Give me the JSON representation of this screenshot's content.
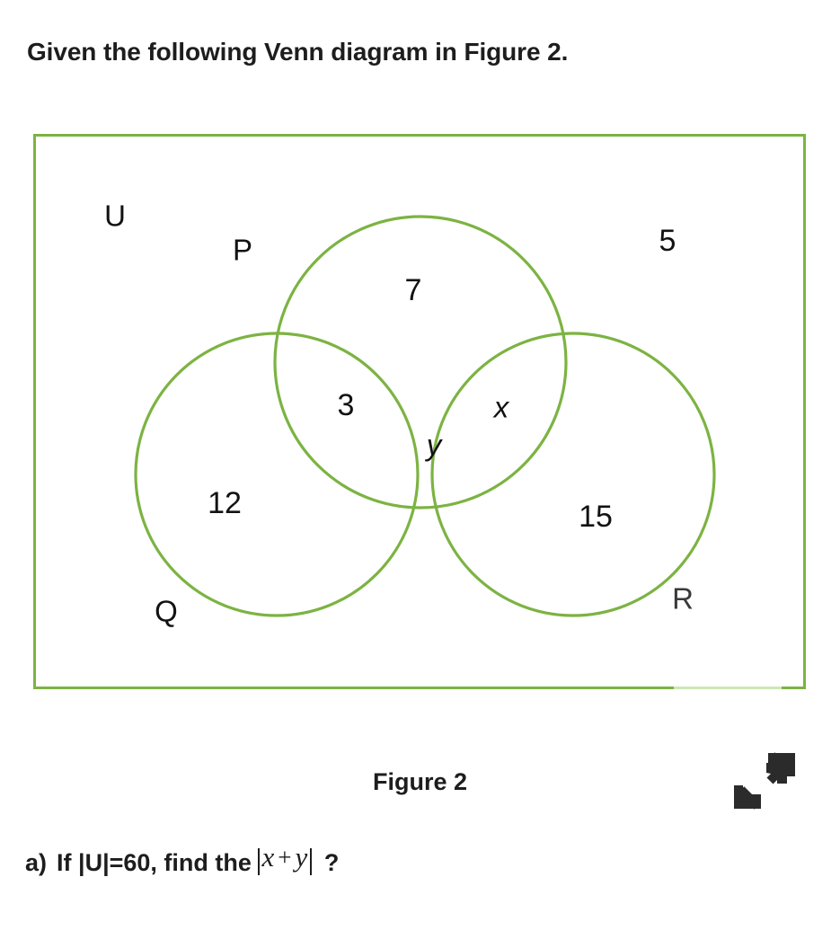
{
  "heading": "Given the following Venn diagram in Figure 2.",
  "figure": {
    "caption": "Figure 2",
    "border_color": "#7cb342",
    "universal_label": "U",
    "outside_count": "5",
    "sets": [
      {
        "name": "P",
        "label": "P"
      },
      {
        "name": "Q",
        "label": "Q"
      },
      {
        "name": "R",
        "label": "R"
      }
    ],
    "regions": [
      {
        "region": "P-only",
        "value": "7"
      },
      {
        "region": "P-and-Q-only",
        "value": "3"
      },
      {
        "region": "P-and-R-only",
        "value": "x"
      },
      {
        "region": "P-and-Q-and-R",
        "value": "y"
      },
      {
        "region": "Q-only",
        "value": "12"
      },
      {
        "region": "R-only",
        "value": "15"
      },
      {
        "region": "outside-all-sets",
        "value": "5"
      }
    ],
    "expand_icon": "expand-arrows-icon"
  },
  "question": {
    "marker": "a)",
    "text": "If  |U|=60, find the",
    "expression": {
      "left_bar": "|",
      "first_term": "x",
      "operator": "+",
      "second_term": "y",
      "right_bar": "|"
    },
    "tail": "?"
  }
}
